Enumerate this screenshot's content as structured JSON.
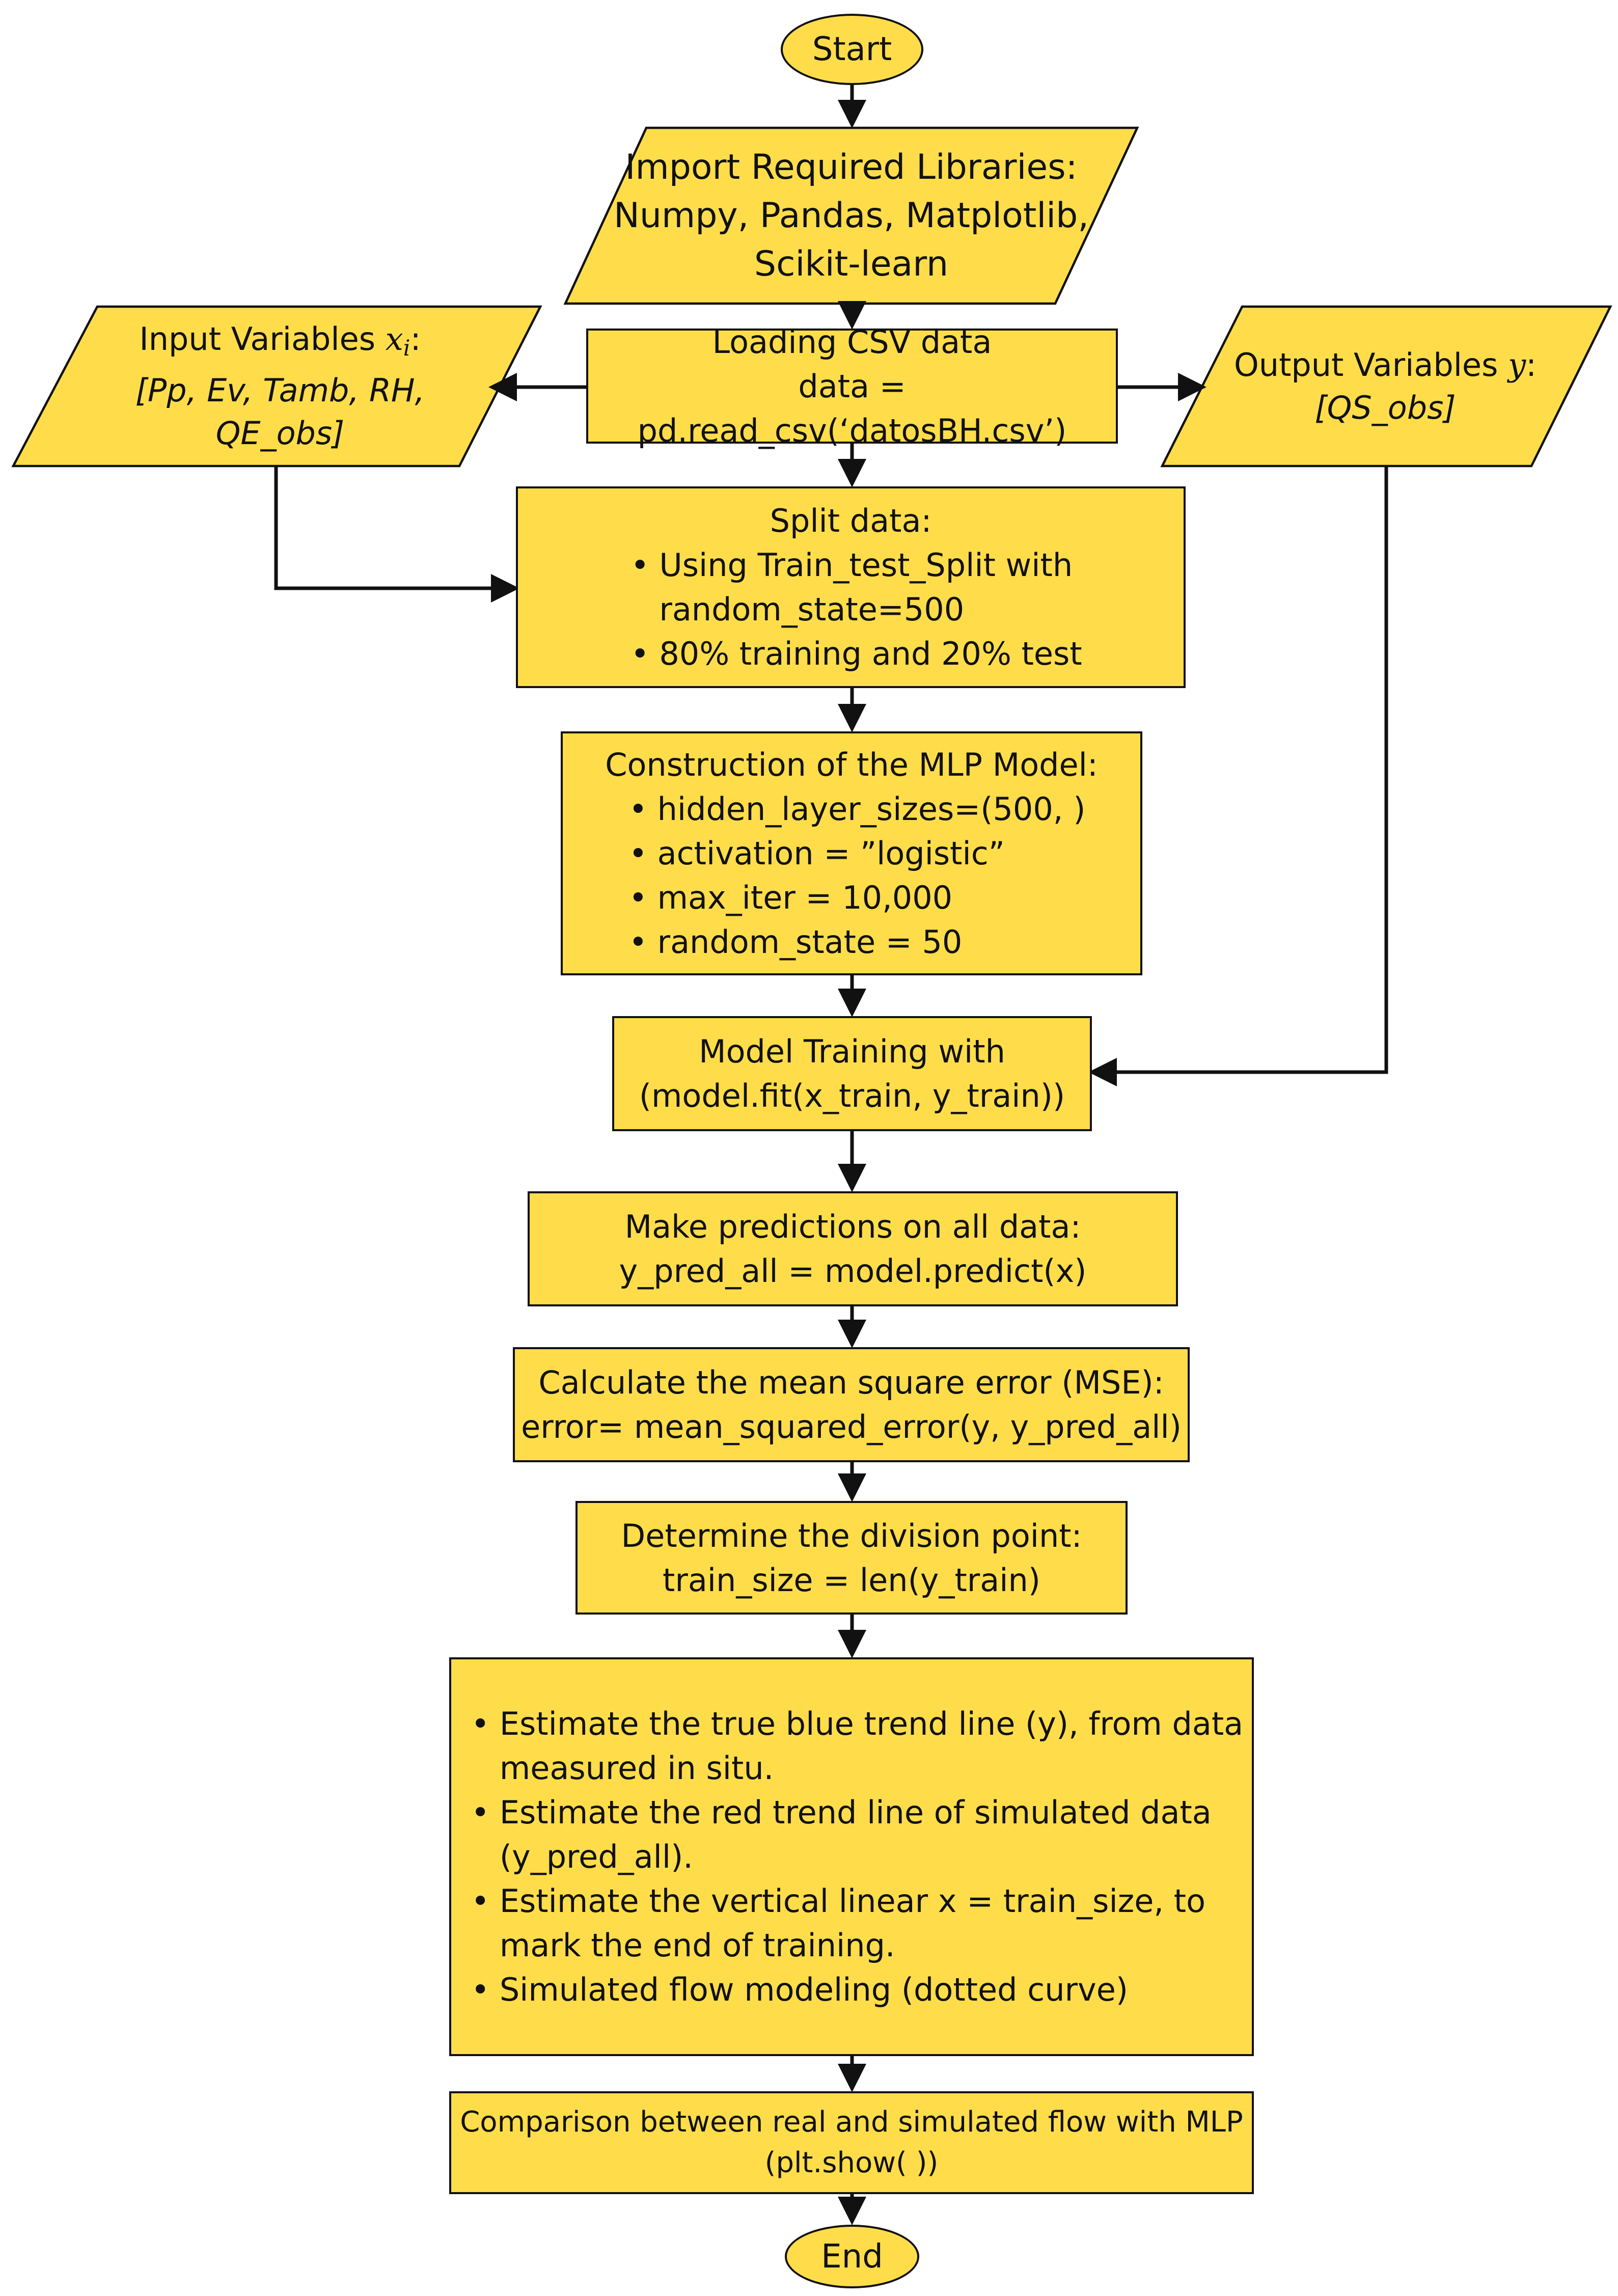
{
  "colors": {
    "fill": "#FFDD4A",
    "stroke": "#111111"
  },
  "start": "Start",
  "end": "End",
  "libraries": {
    "line1": "Import Required Libraries:",
    "line2": "Numpy, Pandas, Matplotlib,",
    "line3": "Scikit-learn"
  },
  "input_vars": {
    "label": "Input Variables ",
    "symbol": "x",
    "subscript": "i",
    "colon": ":",
    "list": "[Pp, Ev, Tamb, RH, QE_obs]"
  },
  "output_vars": {
    "label": "Output Variables ",
    "symbol": "y",
    "colon": ":",
    "list": "[QS_obs]"
  },
  "load": {
    "line1": "Loading CSV data",
    "line2": "data = pd.read_csv(‘datosBH.csv’)"
  },
  "split": {
    "title": "Split data:",
    "bullets": [
      "Using Train_test_Split with",
      "random_state=500",
      "80% training and 20% test"
    ]
  },
  "mlp": {
    "title": "Construction of the MLP Model:",
    "bullets": [
      "hidden_layer_sizes=(500, )",
      "activation = ”logistic”",
      "max_iter = 10,000",
      "random_state = 50"
    ]
  },
  "train": {
    "line1": "Model Training with",
    "line2": "(model.fit(x_train, y_train))"
  },
  "predict": {
    "line1": "Make predictions on all data:",
    "line2": "y_pred_all = model.predict(x)"
  },
  "mse": {
    "line1": "Calculate the mean square error (MSE):",
    "line2": "error= mean_squared_error(y, y_pred_all)"
  },
  "division": {
    "line1": "Determine the division point:",
    "line2": "train_size = len(y_train)"
  },
  "trends": {
    "bullets": [
      "Estimate the true blue trend line (y), from data",
      "measured in situ.",
      "Estimate the red trend line of simulated data",
      "(y_pred_all).",
      "Estimate the vertical linear x = train_size, to",
      "mark the end of training.",
      "Simulated flow modeling (dotted curve)"
    ]
  },
  "compare": {
    "line1": "Comparison between real and simulated flow with MLP",
    "line2": "(plt.show( ))"
  }
}
